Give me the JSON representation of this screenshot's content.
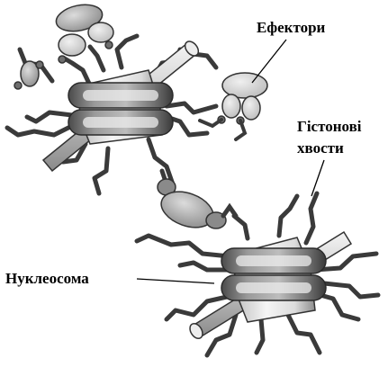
{
  "labels": {
    "effectors": "Ефектори",
    "histone_tails_line1": "Гістонові",
    "histone_tails_line2": "хвости",
    "nucleosome": "Нуклеосома"
  },
  "colors": {
    "tail": "#3a3a3a",
    "linker": "#d6d6d6",
    "band_dark": "#6d6d6d",
    "core_light": "#efefef",
    "effector_grey": "#9a9a9a",
    "effector_light": "#d2d2d2",
    "background": "#ffffff"
  }
}
